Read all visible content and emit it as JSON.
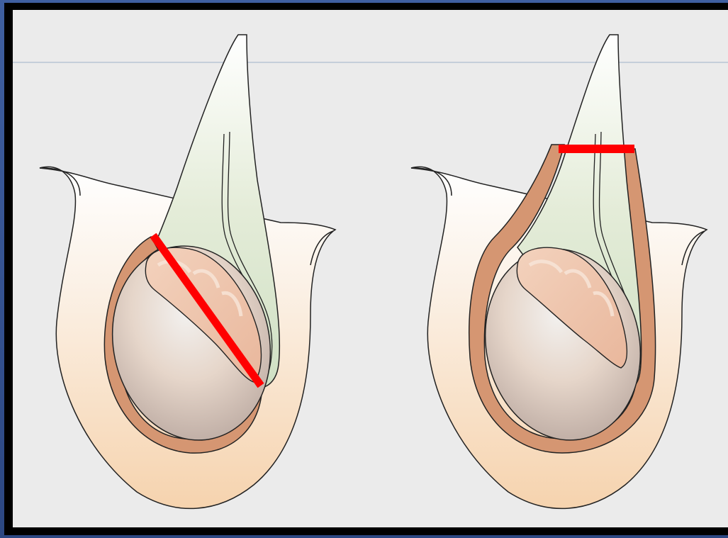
{
  "slide": {
    "background_color": "#2f4a86",
    "canvas_color": "#ebebeb",
    "marker_color": "#ff0000"
  },
  "figures": [
    {
      "id": "left",
      "description_icon": "scrotal-anatomy-illustration",
      "marker": "diagonal-line"
    },
    {
      "id": "right",
      "description_icon": "scrotal-anatomy-illustration",
      "marker": "horizontal-line"
    }
  ]
}
